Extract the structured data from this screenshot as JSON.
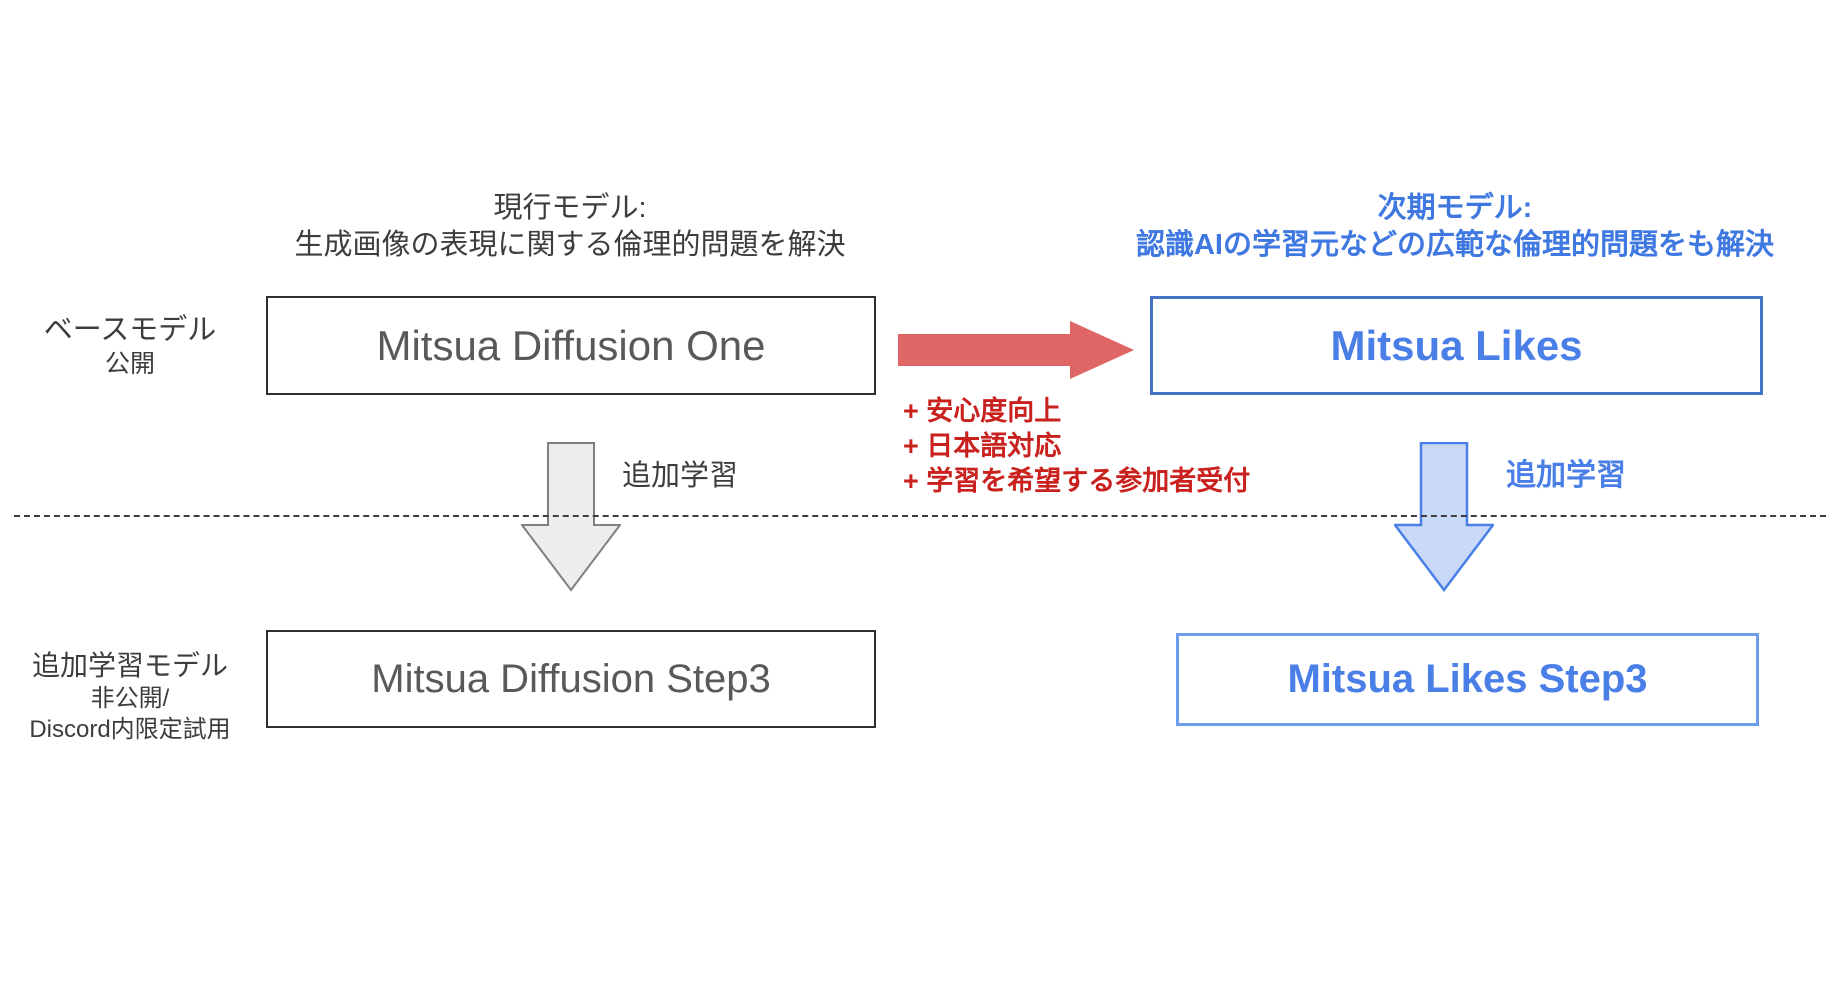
{
  "headers": {
    "current": {
      "line1": "現行モデル:",
      "line2": "生成画像の表現に関する倫理的問題を解決"
    },
    "next": {
      "line1": "次期モデル:",
      "line2": "認識AIの学習元などの広範な倫理的問題をも解決"
    }
  },
  "row_labels": {
    "base": {
      "title": "ベースモデル",
      "status": "公開"
    },
    "finetune": {
      "title": "追加学習モデル",
      "status_line1": "非公開/",
      "status_line2": "Discord内限定試用"
    }
  },
  "boxes": {
    "diffusion_one": "Mitsua Diffusion One",
    "likes": "Mitsua Likes",
    "diffusion_step3": "Mitsua Diffusion Step3",
    "likes_step3": "Mitsua Likes Step3"
  },
  "transition": {
    "notes": [
      "+ 安心度向上",
      "+ 日本語対応",
      "+ 学習を希望する参加者受付"
    ]
  },
  "finetune_arrows": {
    "left_label": "追加学習",
    "right_label": "追加学習"
  },
  "colors": {
    "blue_text": "#4a7fe8",
    "blue_header": "#3f78e0",
    "blue_box_border": "#4472c4",
    "blue_box_border_light": "#6d9eeb",
    "blue_arrow_fill": "#c9daf8",
    "red_arrow": "#e06666",
    "red_text": "#c9211e",
    "dark_text": "#3d3d3d",
    "box_text_gray": "#595959",
    "gray_arrow_fill": "#ededed",
    "gray_arrow_border": "#808080"
  }
}
